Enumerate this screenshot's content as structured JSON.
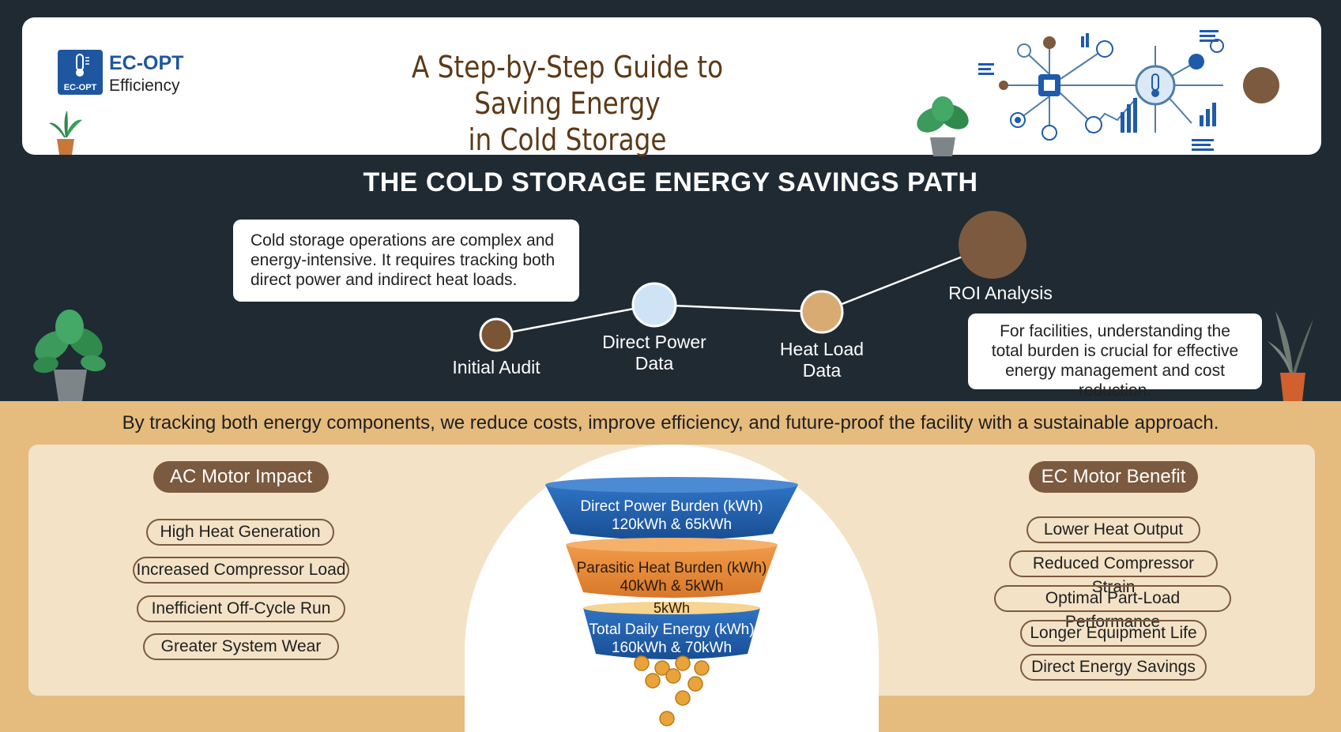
{
  "header": {
    "logo_name": "EC-OPT",
    "logo_sub": "Efficiency",
    "logo_badge": "EC-OPT",
    "title_line1": "A Step-by-Step Guide to Saving Energy",
    "title_line2": "in Cold Storage"
  },
  "path": {
    "title": "THE COLD STORAGE ENERGY SAVINGS PATH",
    "note_left": "Cold storage operations are complex and energy-intensive. It requires tracking both direct power and indirect heat loads.",
    "note_right": "For facilities, understanding the total burden is crucial for effective energy management and cost reduction.",
    "steps": [
      {
        "label_line1": "Initial Audit",
        "label_line2": "",
        "color": "#7a5535"
      },
      {
        "label_line1": "Direct Power",
        "label_line2": "Data",
        "color": "#cfe3f7"
      },
      {
        "label_line1": "Heat Load",
        "label_line2": "Data",
        "color": "#d8ab73"
      },
      {
        "label_line1": "ROI Analysis",
        "label_line2": "",
        "color": "#7b5a3f"
      }
    ]
  },
  "tagline": "By tracking both energy components, we reduce costs, improve efficiency, and future-proof the facility with a sustainable approach.",
  "ac": {
    "heading": "AC Motor Impact",
    "items": [
      "High Heat Generation",
      "Increased Compressor Load",
      "Inefficient Off-Cycle Run",
      "Greater System Wear"
    ]
  },
  "ec": {
    "heading": "EC Motor Benefit",
    "items": [
      "Lower Heat Output",
      "Reduced Compressor Strain",
      "Optimal Part-Load Performance",
      "Longer Equipment Life",
      "Direct Energy Savings"
    ]
  },
  "funnel": {
    "layers": [
      {
        "label": "Direct Power Burden (kWh)",
        "value": "120kWh & 65kWh",
        "color": "#1e5bab"
      },
      {
        "label": "Parasitic Heat Burden (kWh)",
        "value": "40kWh & 5kWh",
        "color": "#ea8a35"
      },
      {
        "label": "Total Daily Energy (kWh)",
        "value": "160kWh & 70kWh",
        "color": "#1e5bab"
      }
    ],
    "between_label": "5kWh",
    "coin_icon": "coin-icon"
  },
  "colors": {
    "dark_bg": "#1f2a33",
    "sand": "#e5bb7e",
    "brown": "#7b5a3f",
    "blue": "#1e5bab"
  }
}
